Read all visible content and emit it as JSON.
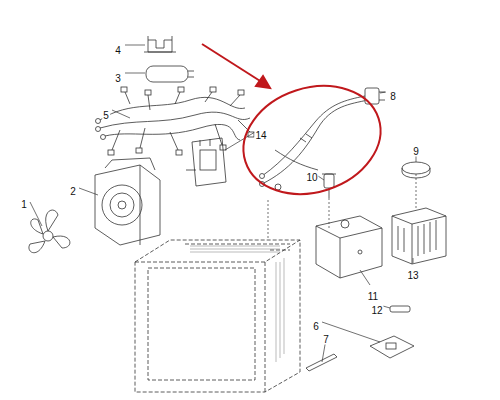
{
  "diagram": {
    "labels": [
      "4",
      "3",
      "5",
      "8",
      "14",
      "2",
      "1",
      "9",
      "10",
      "11",
      "13",
      "12",
      "7",
      "6"
    ]
  }
}
